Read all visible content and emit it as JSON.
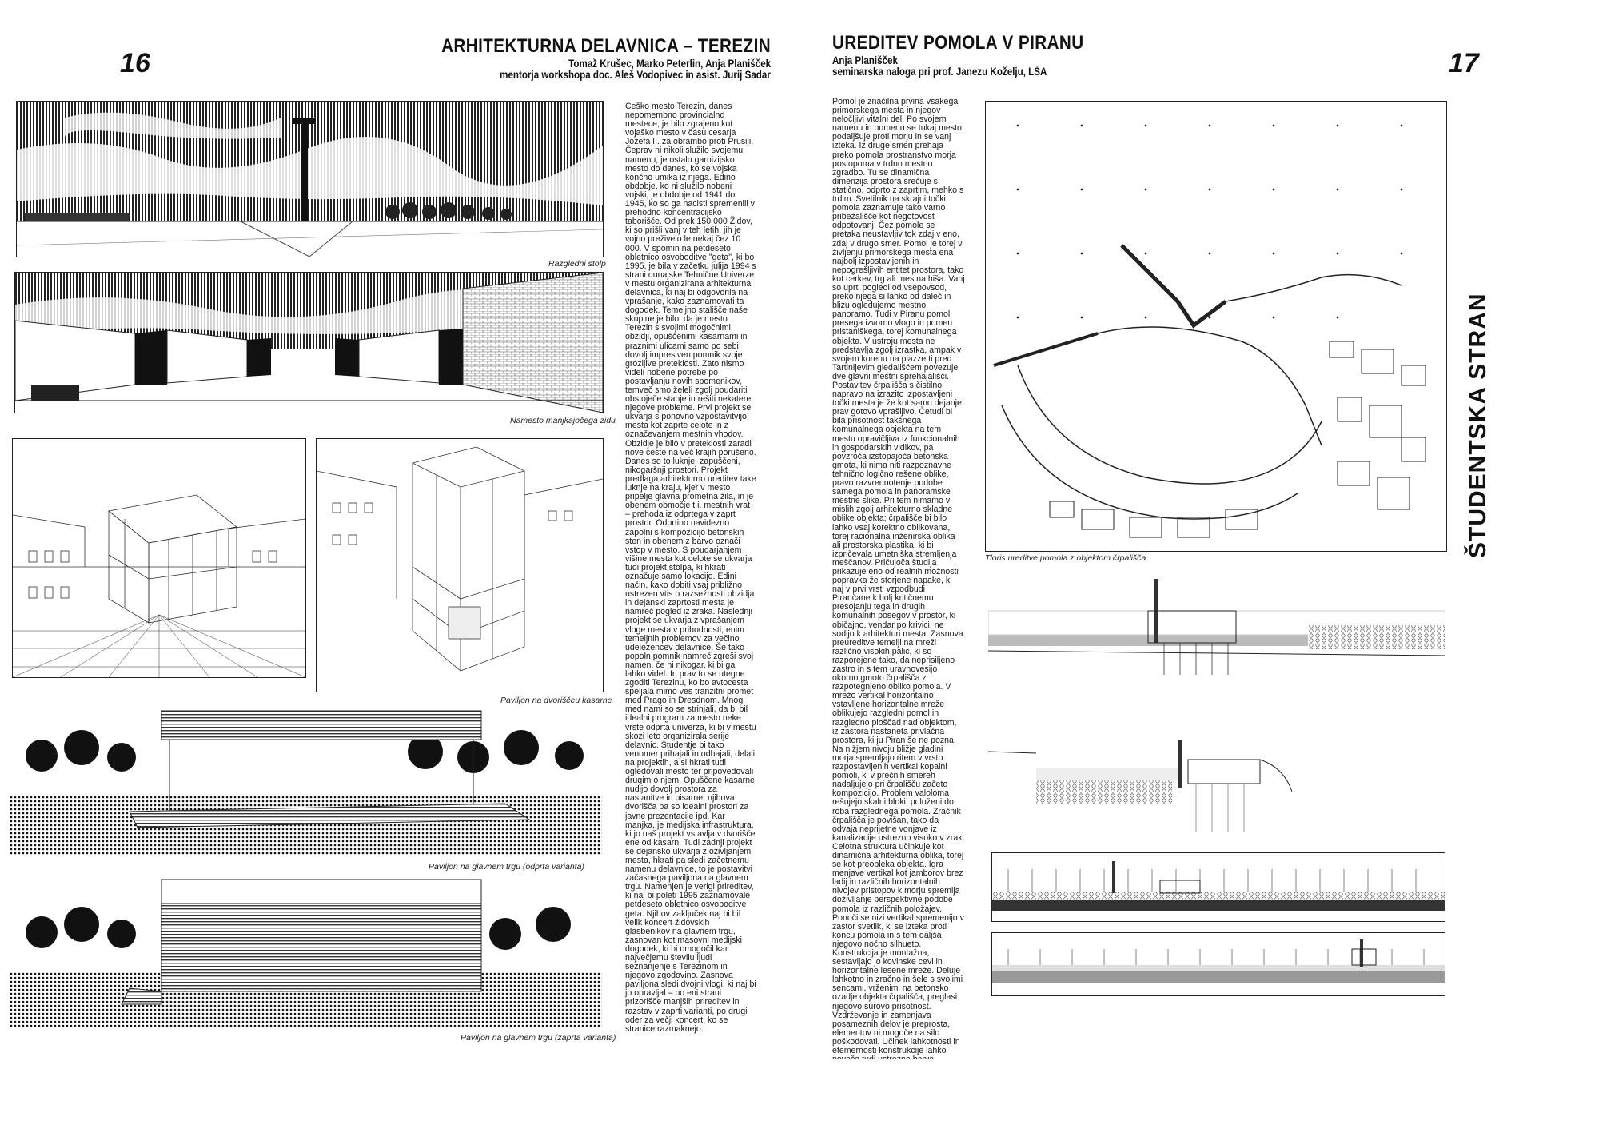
{
  "left_page": {
    "page_number": "16",
    "title": "ARHITEKTURNA DELAVNICA – TEREZIN",
    "authors": "Tomaž Krušec, Marko Peterlin, Anja Planišček",
    "mentors": "mentorja workshopa doc. Aleš Vodopivec in asist. Jurij Sadar",
    "captions": [
      "Razgledni stolp",
      "Namesto manjkajočega zidu",
      "Paviljon na dvoriščeu kasarne",
      "Paviljon na glavnem trgu (odprta varianta)",
      "Paviljon na glavnem trgu (zaprta varianta)"
    ],
    "body": "Češko mesto Terezin, danes nepomembno provincialno mestece, je bilo zgrajeno kot vojaško mesto v času cesarja Jožefa II. za obrambo proti Prusiji. Čeprav ni nikoli služilo svojemu namenu, je ostalo garnizijsko mesto do danes, ko se vojska končno umika iz njega. Edino obdobje, ko ni služilo nobeni vojski, je obdobje od 1941 do 1945, ko so ga nacisti spremenili v prehodno koncentracijsko taborišče. Od prek 150 000 Židov, ki so prišli vanj v teh letih, jih je vojno preživelo le nekaj čez 10 000. V spomin na petdeseto obletnico osvoboditve \"geta\", ki bo 1995, je bila v začetku julija 1994 s strani dunajske Tehnične Univerze v mestu organizirana arhitekturna delavnica, ki naj bi odgovorila na vprašanje, kako zaznamovati ta dogodek. Temeljno stališče naše skupine je bilo, da je mesto Terezin s svojimi mogočnimi obzidji, opuščenimi kasarnami in praznimi ulicami samo po sebi dovolj impresiven pomnik svoje grozljive preteklosti. Zato nismo videli nobene potrebe po postavljanju novih spomenikov, temveč smo želeli zgolj poudariti obstoječe stanje in rešiti nekatere njegove probleme. Prvi projekt se ukvarja s ponovno vzpostavitvijo mesta kot zaprte celote in z označevanjem mestnih vhodov. Obzidje je bilo v preteklosti zaradi nove ceste na več krajih porušeno. Danes so to luknje, zapuščeni, nikogaršnji prostori. Projekt predlaga arhitekturno ureditev take luknje na kraju, kjer v mesto pripelje glavna prometna žila, in je obenem območje t.i. mestnih vrat – prehoda iz odprtega v zaprt prostor. Odprtino navidezno zapolni s kompozicijo betonskih sten in obenem z barvo označi vstop v mesto. S poudarjanjem višine mesta kot celote se ukvarja tudi projekt stolpa, ki hkrati označuje samo lokacijo. Edini način, kako dobiti vsaj približno ustrezen vtis o razsežnosti obzidja in dejanski zaprtosti mesta je namreč pogled iz zraka. Naslednji projekt se ukvarja z vprašanjem vloge mesta v prihodnosti, enim temeljnih problemov za večino udeležencev delavnice. Še tako popoln pomnik namreč zgreši svoj namen, če ni nikogar, ki bi ga lahko videl. In prav to se utegne zgoditi Terezinu, ko bo avtocesta speljala mimo ves tranzitni promet med Prago in Dresdnom. Mnogi med nami so se strinjali, da bi bil idealni program za mesto neke vrste odprta univerza, ki bi v mestu skozi leto organizirala serije delavnic. Študentje bi tako venomer prihajali in odhajali, delali na projektih, a si hkrati tudi ogledovali mesto ter pripovedovali drugim o njem. Opuščene kasarne nudijo dovolj prostora za nastanitve in pisarne, njihova dvorišča pa so idealni prostori za javne prezentacije ipd. Kar manjka, je medijska infrastruktura, ki jo naš projekt vstavlja v dvorišče ene od kasarn. Tudi zadnji projekt se dejansko ukvarja z oživljanjem mesta, hkrati pa sledi začetnemu namenu delavnice, to je postavitvi začasnega paviljona na glavnem trgu. Namenjen je verigi prireditev, ki naj bi poleti 1995 zaznamovale petdeseto obletnico osvoboditve geta. Njihov zaključek naj bi bil velik koncert židovskih glasbenikov na glavnem trgu, zasnovan kot masovni medijski dogodek, ki bi omogočil kar največjemu številu ljudi seznanjenje s Terezinom in njegovo zgodovino. Zasnova paviljona sledi dvojni vlogi, ki naj bi jo opravljal – po eni strani prizorišče manjših prireditev in razstav v zaprti varianti, po drugi oder za večji koncert, ko se stranice razmaknejo."
  },
  "right_page": {
    "page_number": "17",
    "title": "UREDITEV POMOLA V PIRANU",
    "author": "Anja Planišček",
    "seminar": "seminarska naloga pri prof. Janezu Koželju, LŠA",
    "side_label": "ŠTUDENTSKA STRAN",
    "captions": [
      "Tloris ureditve pomola z objektom črpališča"
    ],
    "body": "Pomol je značilna prvina vsakega primorskega mesta in njegov neločljivi vitalni del. Po svojem namenu in pomenu se tukaj mesto podaljšuje proti morju in se vanj izteka. Iz druge smeri prehaja preko pomola prostranstvo morja postopoma v trdno mestno zgradbo. Tu se dinamična dimenzija prostora srečuje s statično, odprto z zaprtim, mehko s trdim. Svetilnik na skrajni točki pomola zaznamuje tako varno pribežališče kot negotovost odpotovanj. Čez pomole se pretaka neustavljiv tok zdaj v eno, zdaj v drugo smer. Pomol je torej v življenju primorskega mesta ena najbolj izpostavljenih in nepogrešljivih entitet prostora, tako kot cerkev, trg ali mestna hiša. Vanj so uprti pogledi od vsepovsod, preko njega si lahko od daleč in blizu ogledujemo mestno panoramo. Tudi v Piranu pomol presega izvorno vlogo in pomen pristaniškega, torej komunalnega objekta. V ustroju mesta ne predstavlja zgolj izrastka, ampak v svojem korenu na piazzetti pred Tartinijevim gledališčem povezuje dve glavni mestni sprehajališči. Postavitev črpališča s čistilno napravo na izrazito izpostavljeni točki mesta je že kot samo dejanje prav gotovo vprašljivo. Četudi bi bila prisotnost takšnega komunalnega objekta na tem mestu opravičljiva iz funkcionalnih in gospodarskih vidikov, pa povzroča izstopajoča betonska gmota, ki nima niti razpoznavne tehnično logično rešene oblike, pravo razvrednotenje podobe samega pomola in panoramske mestne slike. Pri tem nimamo v mislih zgolj arhitekturno skladne oblike objekta; črpališče bi bilo lahko vsaj korektno oblikovana, torej racionalna inženirska oblika ali prostorska plastika, ki bi izpričevala umetniška stremljenja meščanov. Pričujoča študija prikazuje eno od realnih možnosti popravka že storjene napake, ki naj v prvi vrsti vzpodbudi Pirančane k bolj kritičnemu presojanju tega in drugih komunalnih posegov v prostor, ki običajno, vendar po krivici, ne sodijo k arhitekturi mesta. Zasnova preureditve temelji na mreži različno visokih palic, ki so razporejene tako, da neprisiljeno zastro in s tem uravnovesijo okorno gmoto črpališča z razpotegnjeno obliko pomola. V mrežo vertikal horizontalno vstavljene horizontalne mreže oblikujejo razgledni pomol in razgledno ploščad nad objektom, iz zastora nastaneta privlačna prostora, ki ju Piran še ne pozna. Na nižjem nivoju bližje gladini morja spremljajo ritem v vrsto razpostavljenih vertikal kopalni pomoli, ki v prečnih smereh nadaljujejo pri črpališču začeto kompozicijo. Problem valoloma rešujejo skalni bloki, položeni do roba razglednega pomola. Zračnik črpališča je povišan, tako da odvaja neprijetne vonjave iz kanalizacije ustrezno visoko v zrak. Celotna struktura učinkuje kot dinamična arhitekturna oblika, torej se kot preobleka objekta. Igra menjave vertikal kot jamborov brez ladij in različnih horizontalnih nivojev pristopov k morju spremlja doživljanje perspektivne podobe pomola iz različnih položajev. Ponoči se nizi vertikal spremenijo v zastor svetilk, ki se izteka proti koncu pomola in s tem daljša njegovo nočno silhueto. Konstrukcija je montažna, sestavljajo jo kovinske cevi in horizontalne lesene mreže. Deluje lahkotno in zračno in šele s svojimi sencami, vrženimi na betonsko ozadje objekta črpališča, preglasi njegovo surovo prisotnost. Vzdrževanje in zamenjava posameznih delov je preprosta, elementov ni mogoče na silo poškodovati. Učinek lahkotnosti in efemernosti konstrukcije lahko poveča tudi ustrezna barva. Predlagana rešitev je gospodarna po porabi oziroma teži uporabljenega materiala na enoto izoblikovanega volumna, po nezahtevni montaži in vzdrževanju, ter končno po tem, da ima poleg osnovne funkcije vizualnega popravka črpališča tudi dodatno uporabnost bodisi za sprehajanje, posedanje, okraševanje, obešanje zastav, dostop k vodi, kopanje, ribolov idr."
  }
}
